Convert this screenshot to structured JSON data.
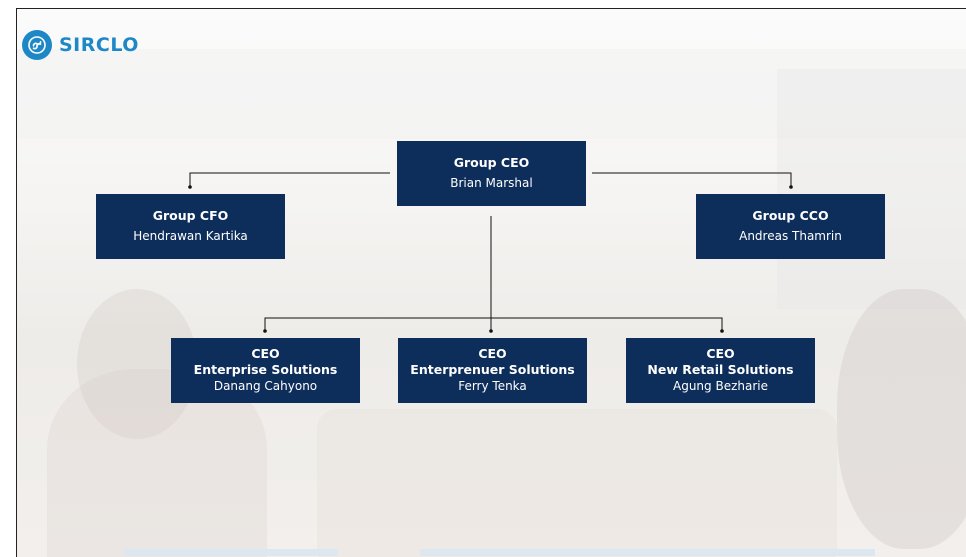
{
  "logo": {
    "text": "SIRCLO",
    "icon": "sirclo-logo-icon",
    "color": "#1e88c7"
  },
  "colors": {
    "box_fill": "#0d2d5b",
    "box_text": "#ffffff",
    "connector": "#111111"
  },
  "org_chart": {
    "top": {
      "role": "Group CEO",
      "name": "Brian Marshal"
    },
    "left": {
      "role": "Group CFO",
      "name": "Hendrawan Kartika"
    },
    "right": {
      "role": "Group CCO",
      "name": "Andreas Thamrin"
    },
    "children": [
      {
        "role": "CEO",
        "unit": "Enterprise Solutions",
        "name": "Danang Cahyono"
      },
      {
        "role": "CEO",
        "unit": "Enterprenuer Solutions",
        "name": "Ferry Tenka"
      },
      {
        "role": "CEO",
        "unit": "New Retail Solutions",
        "name": "Agung Bezharie"
      }
    ]
  }
}
